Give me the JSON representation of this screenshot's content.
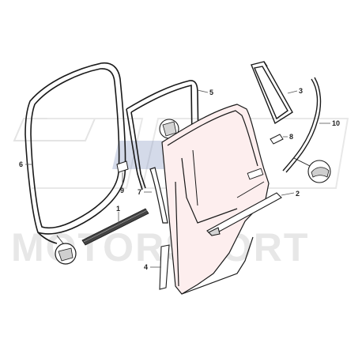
{
  "watermark": {
    "text": "MOTORSPORT",
    "logo_colors": [
      "#1f3f8f",
      "#2a7bd0",
      "#d81e2a"
    ]
  },
  "callouts": [
    "1",
    "2",
    "3",
    "4",
    "5",
    "6",
    "7",
    "8",
    "9",
    "10"
  ],
  "colors": {
    "line": "#1a1a1a",
    "leader": "#555555",
    "seal_fill": "#ffffff",
    "door_fill": "#fdeeee",
    "detail_fill": "#ffffff"
  }
}
